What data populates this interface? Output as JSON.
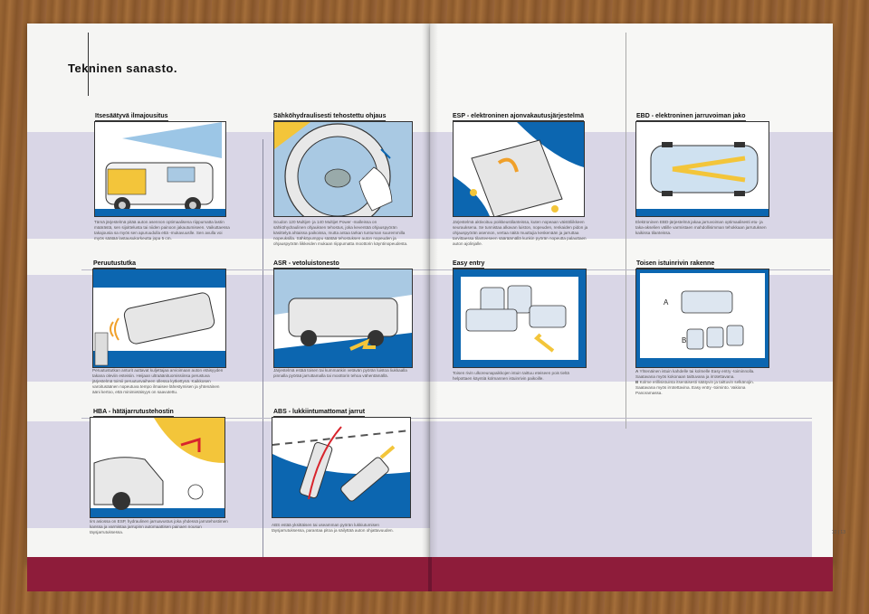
{
  "page_title": "Tekninen sanasto.",
  "sections": [
    {
      "id": "itsesaatyva",
      "title": "Itsesäätyvä ilmajousitus",
      "caption": "Tämä järjestelmä pitää auton asennon optimaalisena riippumatta lastin määrästä, sen sijoittelusta tai niiden painoon jakautumiseen. Vaikuttaessa takajousia sa myös sen apuruudulla että -mukavuuslle. Sen avulla voi myös säätää lastausukorkeutta jopa 5 cm."
    },
    {
      "id": "sahkohydraulisesti",
      "title": "Sähköhydraulisesti tehostettu ohjaus",
      "caption": "Scudon 120 Multijet- ja 140 Multijet Power -malleissa on sähköhydraulinen ohjauksen tehostus, joka keventää ohjauspyörän käsittelyä ahtaissa paikoissa, mutta antaa tarkan tuntuman suuremmilla nopeuksilla. Sähköpumppu säätää tehostuksen auton nopeuden ja ohjauspyörän liikkeiden mukaan riippumatta moottorin käyntinopeudesta."
    },
    {
      "id": "esp",
      "title": "ESP - elektroninen ajonvakautusjärjestelmä",
      "caption": "Järjestelmä aktivoituu poikkeustilanteissa, kuten nopeaan väistöliikkeen seurauksena. Se tunnistaa alkavan luiston, nopeuden, renkaiden pidon ja ohjauspyörän asennon, vertaa näitä muuttujia keskenään ja jarruttaa tarvittaessa tilanteeseen sääräämällä kunkin pyörän nopeutta palauttaen auton ajolinjalle."
    },
    {
      "id": "ebd",
      "title": "EBD - elektroninen jarruvoiman jako",
      "caption": "Elektroninen EBD-järjestelmä jakaa jarruvoiman optimaalisesti etu- ja taka-akselien välille varmistaen mahdollisimman tehokkaan jarrutuksen kaikissa tilanteissa."
    },
    {
      "id": "peruutustutka",
      "title": "Peruutustutka",
      "caption": "Peruutustutkan anturit auttavat kuljettajaa arvioimaan auton etäisyyden takana oleviin esteisiin. Heijaan ultraäänituomissiinsa perustuva järjestelmä toimii peruutusvaiheen ollessa kytkettynä. Kaikkosen varoitusäänen nopeutuva tempo ilmaisee lähestymisen ja yhtenäinen ääni kertoo, että minimietäisyys on saavutettu."
    },
    {
      "id": "asr",
      "title": "ASR - vetoluistonesto",
      "caption": "Järjestelmä estää toisen tai kummankin vetävän pyörän luistoa liukkaalla pinnalla pyörää jarruttamalla tai moottorin tehoa vähentämällä."
    },
    {
      "id": "easy-entry",
      "title": "Easy entry",
      "caption": "Toisen rivin ulkoreunapaikkojen istuin taittuu eteiseen pois tieltä helpottaen käyntiä kolmannen istuinrivin paikoille."
    },
    {
      "id": "toisen-istuinrivin",
      "title": "Toisen istuinrivin rakenne",
      "caption_a": "Yhtenäinen istuin kahdelle tai kolmelle Easy entry -toiminnolla. Saatavana myös kokonaan taittuvana ja irrotettavana.",
      "caption_b": "Kolme erillisistuinta itsenäisesti säätyvin ja taittuvin selkänojin. Saatavana myös irrotettavina. Easy entry -toiminto. Vakiona Panoramassa.",
      "label_a": "A",
      "label_b": "B"
    },
    {
      "id": "hba",
      "title": "HBA - hätäjarrutustehostin",
      "caption": "Iirs asiossa on ESP, hydraulinen jarruavustus joka yhdessä jarrutehostimen kanssa ja varmistaa jarrupinn automaattisen painaen nousun täysjarrutuksessa."
    },
    {
      "id": "abs",
      "title": "ABS - lukkiintumattomat jarrut",
      "caption": "ABS estää yksittäisen tai useamman pyörän lukkiutumisen täysjarrutuksessa, parantaa pitoa ja säilyttää auton ohjattavuuden."
    }
  ],
  "page_numbers": "12 | 13",
  "colors": {
    "blue": "#0c66b0",
    "lavender": "#d9d6e6",
    "yellow": "#f3c53a",
    "orange": "#f0a02a",
    "red": "#d8242c",
    "crimson": "#8e1c3a"
  }
}
